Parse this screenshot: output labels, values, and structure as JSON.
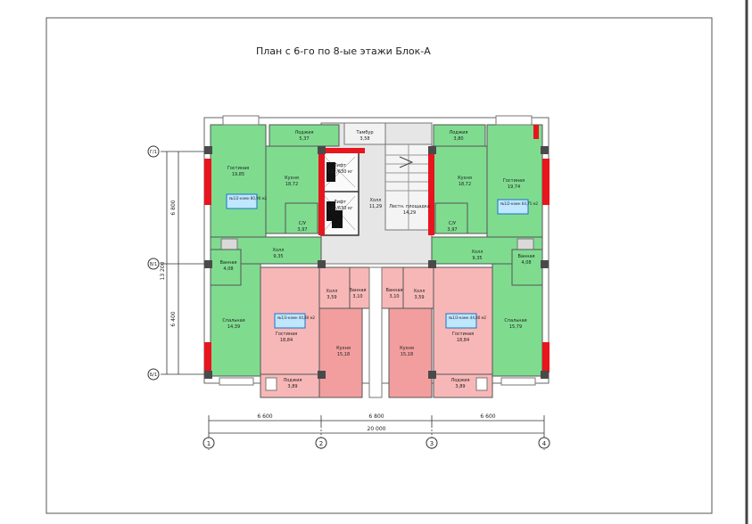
{
  "title": "План с 6-го по 8-ые этажи Блок-А",
  "rooms": {
    "tl_loggia": {
      "name": "Лоджия",
      "area": "5,37"
    },
    "tamb": {
      "name": "Тамбур",
      "area": "3,58"
    },
    "tr_loggia": {
      "name": "Лоджия",
      "area": "3,80"
    },
    "tl_living": {
      "name": "Гостиная",
      "area": "19,85"
    },
    "tl_kitchen": {
      "name": "Кухня",
      "area": "18,72"
    },
    "lift1": {
      "name": "Лифт",
      "area": "1,1т/630 кг"
    },
    "lift2": {
      "name": "Лифт",
      "area": "1,1т/630 кг"
    },
    "hall_c": {
      "name": "Холл",
      "area": "11,29"
    },
    "stair_land": {
      "name": "Лестн. площадка",
      "area": "14,29"
    },
    "tr_kitchen": {
      "name": "Кухня",
      "area": "18,72"
    },
    "tr_living": {
      "name": "Гостиная",
      "area": "19,74"
    },
    "tl_wc": {
      "name": "С/У",
      "area": "3,97"
    },
    "tr_wc": {
      "name": "С/У",
      "area": "3,97"
    },
    "tl_hall": {
      "name": "Холл",
      "area": "9,35"
    },
    "tr_hall": {
      "name": "Холл",
      "area": "9,35"
    },
    "l_bath": {
      "name": "Ванная",
      "area": "4,08"
    },
    "r_bath": {
      "name": "Ванная",
      "area": "4,08"
    },
    "bl_hall": {
      "name": "Холл",
      "area": "3,59"
    },
    "bl_bath": {
      "name": "Ванная",
      "area": "3,10"
    },
    "br_bath": {
      "name": "Ванная",
      "area": "3,10"
    },
    "br_hall": {
      "name": "Холл",
      "area": "3,59"
    },
    "l_bedroom": {
      "name": "Спальная",
      "area": "14,39"
    },
    "bl_living": {
      "name": "Гостиная",
      "area": "18,84"
    },
    "bl_kitchen": {
      "name": "Кухня",
      "area": "15,18"
    },
    "br_kitchen": {
      "name": "Кухня",
      "area": "15,18"
    },
    "br_living": {
      "name": "Гостиная",
      "area": "18,84"
    },
    "r_bedroom": {
      "name": "Спальная",
      "area": "15,79"
    },
    "bl_loggia": {
      "name": "Лоджия",
      "area": "3,89"
    },
    "br_loggia": {
      "name": "Лоджия",
      "area": "3,89"
    }
  },
  "apartments": {
    "tl": "№1/2-комн 80,90 м2",
    "tr": "№1/2-комн 64,75 м2",
    "bl": "№1/3-комн 44,80 м2",
    "br": "№1/3-комн 44,80 м2"
  },
  "dims": {
    "bottom_segments": [
      "6 600",
      "6 800",
      "6 600"
    ],
    "bottom_total": "20 000",
    "left_segments": [
      "6 800",
      "6 400"
    ],
    "left_total": "13 200"
  },
  "axes": {
    "columns": [
      "1",
      "2",
      "3",
      "4"
    ],
    "rows": [
      "Г/1",
      "В/1",
      "Б/1"
    ]
  },
  "colors": {
    "green_fill": "#7fdc8f",
    "pink_fill": "#f8b7b7",
    "pink_dark": "#f29e9e",
    "accent_red": "#e8141e",
    "wall": "#4a4a4a",
    "common": "#e6e6e6"
  }
}
